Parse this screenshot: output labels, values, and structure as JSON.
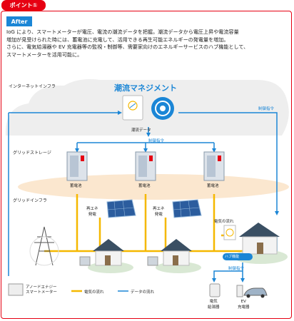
{
  "point_label": "ポイント①",
  "after_label": "After",
  "description": [
    "IoG により、スマートメーターが電圧、電流の潮流データを把握。潮流データから電圧上昇や電流容量",
    "増加が見受けられた時には、蓄電池に充電して、活用できる再生可能エネルギーの発電量を増加。",
    "さらに、電気給湯器や EV 充電器等の監視・制御等、需要家向けのエネルギーサービスのハブ機能として、",
    "スマートメーターを活用可能に。"
  ],
  "diagram": {
    "internet_infra": "インターネットインフラ",
    "flow_management": "潮流マネジメント",
    "flow_data": "潮流データ",
    "control_command": "制御指令",
    "grid_storage": "グリッドストレージ",
    "battery": "蓄電池",
    "grid_infra": "グリッドインフラ",
    "renewable_line1": "再エネ",
    "renewable_line2": "発電",
    "electric_flow": "電気の流れ",
    "hub_function": "ハブ機能",
    "water_heater_line1": "電気",
    "water_heater_line2": "給湯器",
    "ev_line1": "EV",
    "ev_line2": "充電器"
  },
  "legend": {
    "meter_line1": "アノードエナジー",
    "meter_line2": "スマートメーター",
    "electric": "電気の流れ",
    "data": "データの流れ"
  },
  "colors": {
    "red": "#e60012",
    "blue": "#1b86d6",
    "orange": "#f5b800"
  }
}
